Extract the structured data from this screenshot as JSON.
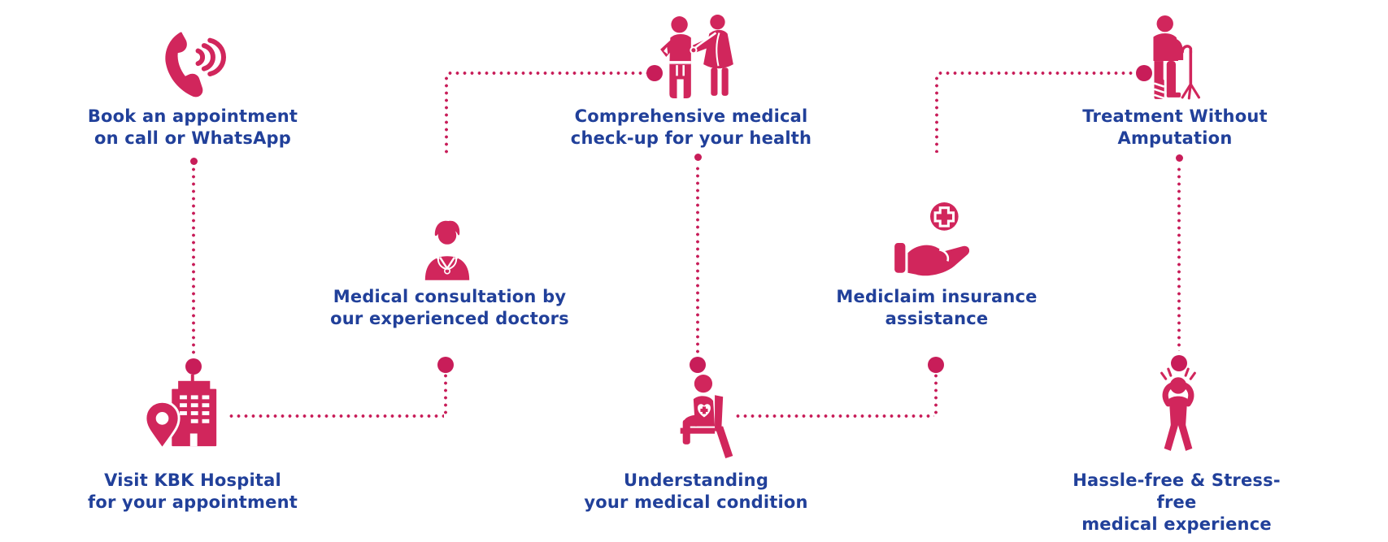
{
  "diagram": {
    "background": "#ffffff",
    "accent_pink": "#d1265c",
    "connector_pink": "#c81d59",
    "text_blue": "#21409a",
    "connector_style": "dotted",
    "steps": [
      {
        "label": "Book an appointment\non call or WhatsApp",
        "icon": "phone-call-icon"
      },
      {
        "label": "Visit KBK Hospital\nfor your appointment",
        "icon": "hospital-location-pin-icon"
      },
      {
        "label": "Medical consultation by\nour experienced doctors",
        "icon": "doctor-icon"
      },
      {
        "label": "Comprehensive medical\ncheck-up for your health",
        "icon": "medical-checkup-icon"
      },
      {
        "label": "Understanding\nyour medical condition",
        "icon": "seated-patient-icon"
      },
      {
        "label": "Mediclaim insurance\nassistance",
        "icon": "hand-medical-insurance-icon"
      },
      {
        "label": "Treatment Without\nAmputation",
        "icon": "patient-with-cane-icon"
      },
      {
        "label": "Hassle-free & Stress-free\nmedical experience",
        "icon": "stress-free-person-icon"
      }
    ]
  }
}
